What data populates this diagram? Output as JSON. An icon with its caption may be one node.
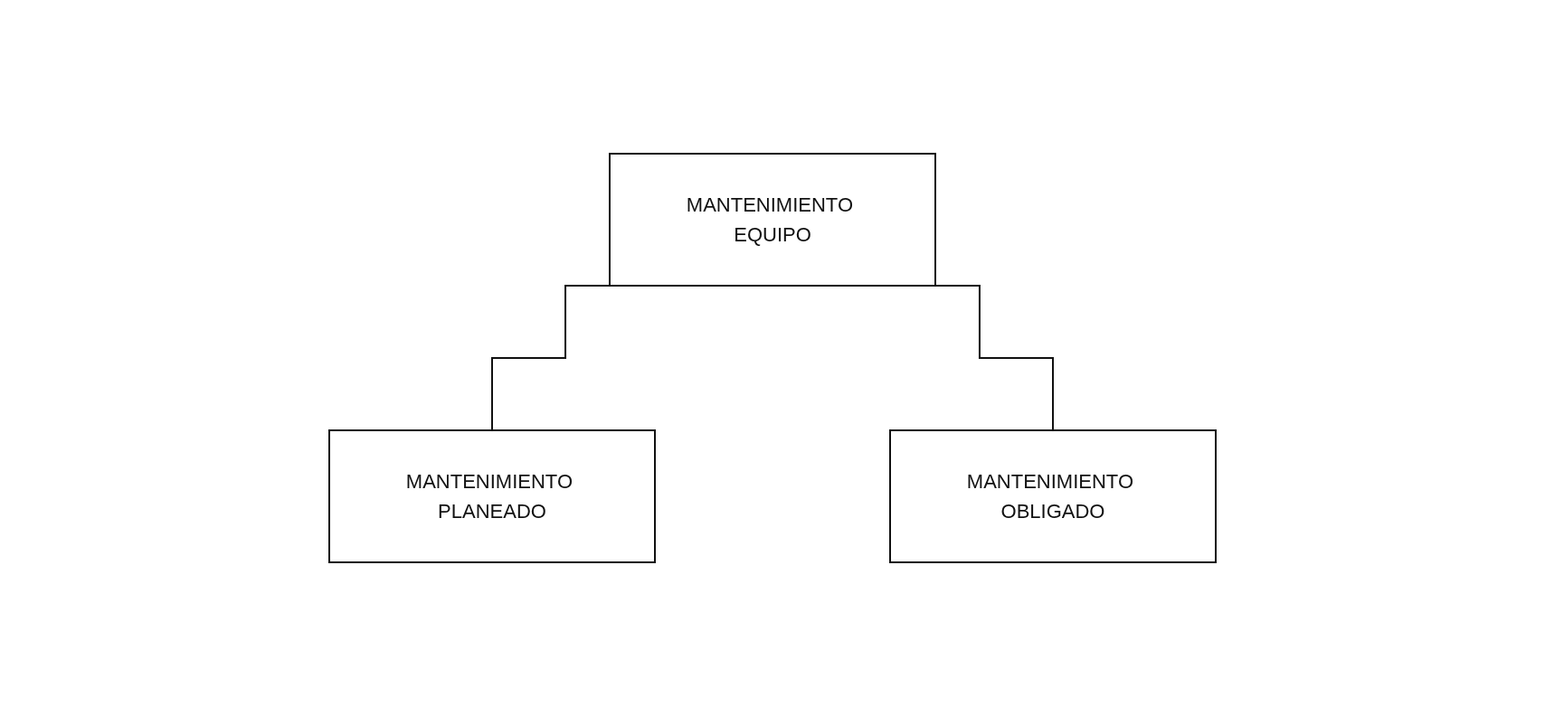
{
  "diagram": {
    "nodes": [
      {
        "text": [
          "MANTENIMIENTO EQUIPO"
        ]
      },
      {
        "text": [
          "MANTENIMIENTO PLANEADO"
        ]
      },
      {
        "text": [
          "MANTENIMIENTO OBLIGADO"
        ]
      }
    ],
    "edges": [
      {
        "from": 0,
        "to": 1,
        "arrow": "none"
      },
      {
        "from": 0,
        "to": 2,
        "arrow": "none"
      }
    ]
  }
}
